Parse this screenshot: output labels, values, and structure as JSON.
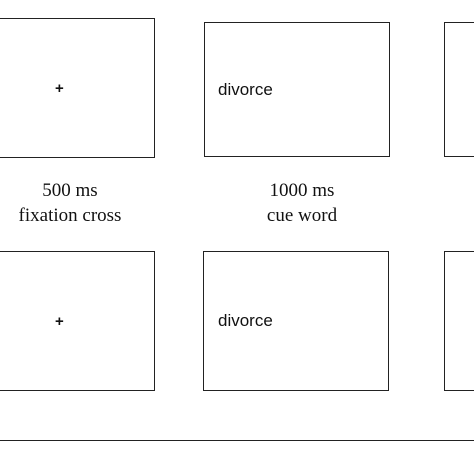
{
  "trial_a": {
    "fixation_symbol": "+",
    "cue_word": "divorce",
    "fixation_caption": {
      "duration": "500 ms",
      "label": "fixation cross"
    },
    "cue_caption": {
      "duration": "1000 ms",
      "label": "cue word"
    }
  },
  "trial_b": {
    "fixation_symbol": "+",
    "cue_word": "divorce"
  }
}
